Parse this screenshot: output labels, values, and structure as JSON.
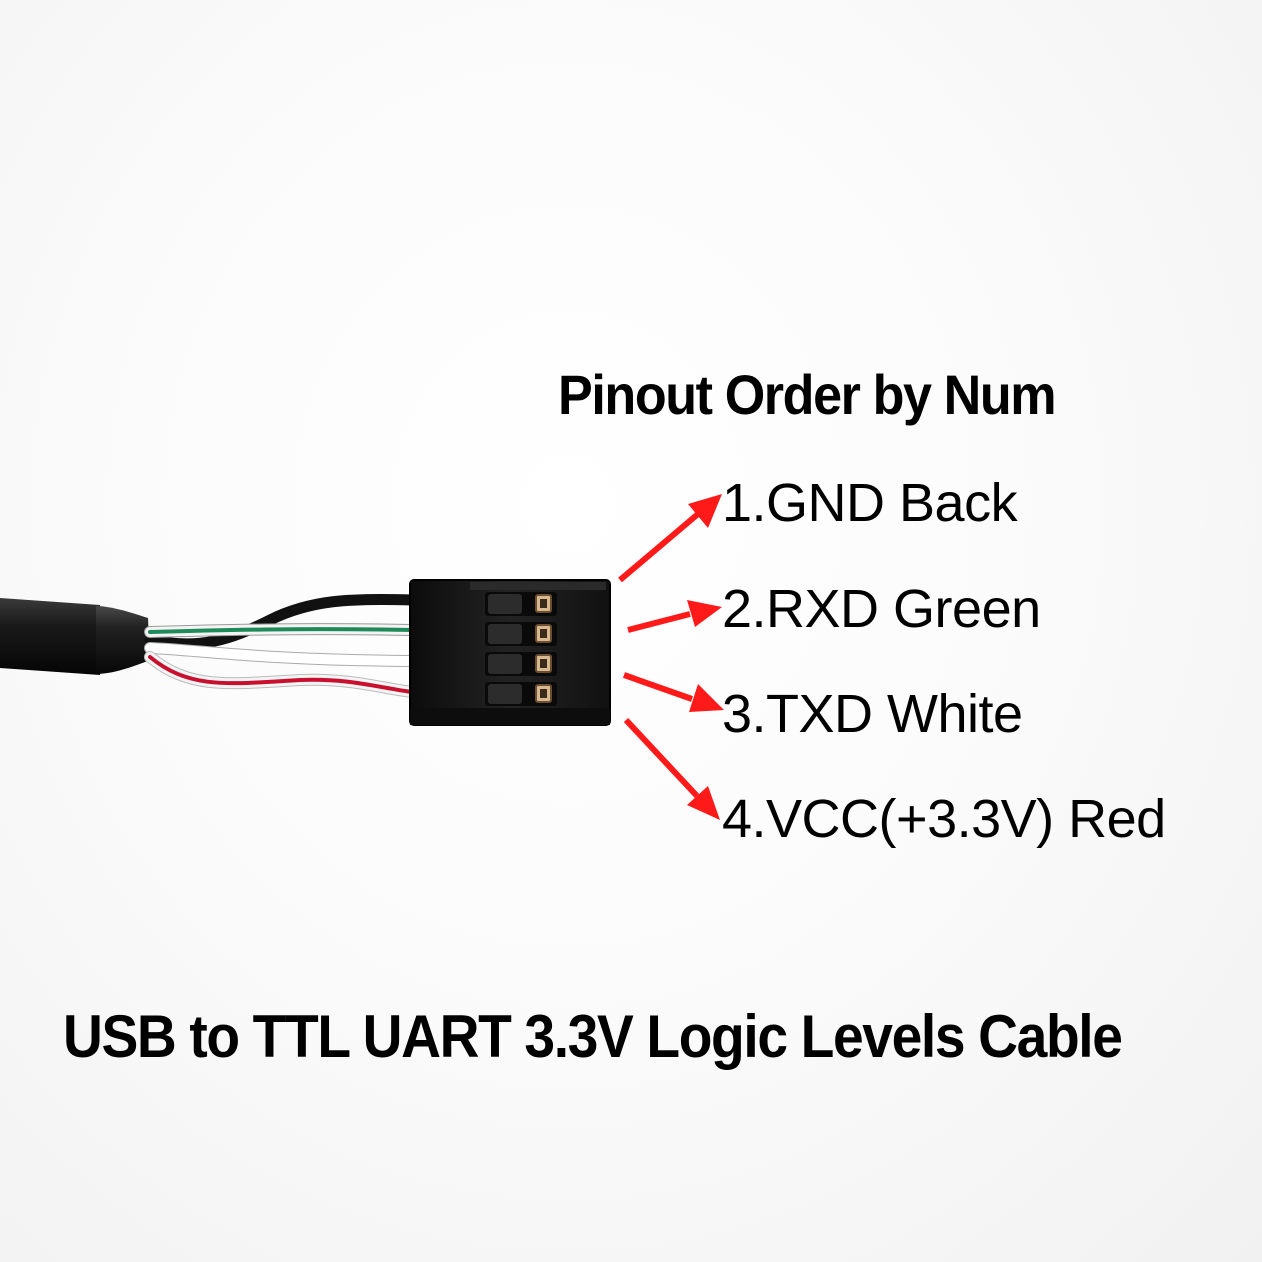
{
  "heading": "Pinout Order by Num",
  "pins": [
    {
      "label": "1.GND Back",
      "wire_color": "#111111"
    },
    {
      "label": "2.RXD Green",
      "wire_color": "#1e8a5a"
    },
    {
      "label": "3.TXD White",
      "wire_color": "#ffffff"
    },
    {
      "label": "4.VCC(+3.3V) Red",
      "wire_color": "#c8102e"
    }
  ],
  "caption": "USB to TTL UART 3.3V Logic Levels Cable",
  "colors": {
    "arrow": "#ff1a1a",
    "connector": "#1a1a1a",
    "cable_jacket": "#151515",
    "pin_contact": "#d8b890"
  }
}
